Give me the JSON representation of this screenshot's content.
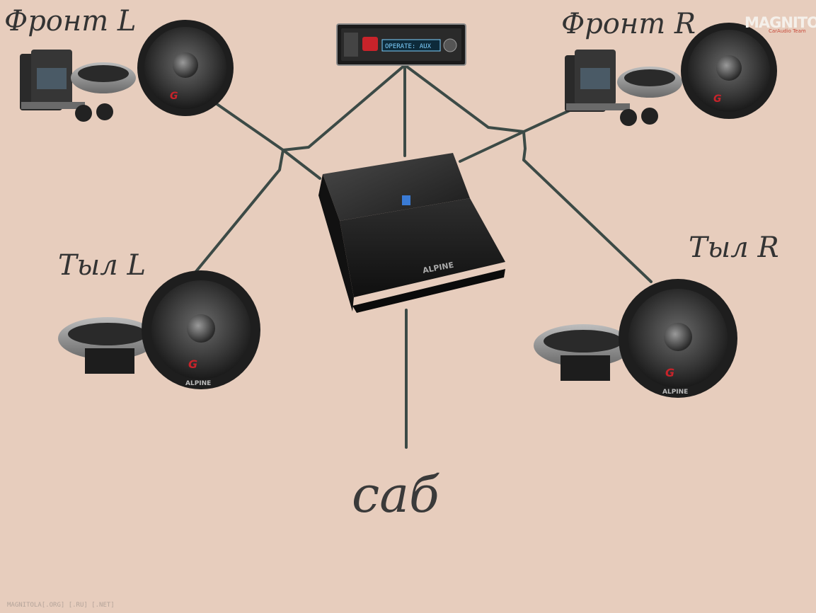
{
  "labels": {
    "front_left": "Фронт L",
    "front_right": "Фронт R",
    "rear_left": "Тыл L",
    "rear_right": "Тыл R",
    "subwoofer": "саб"
  },
  "watermark": {
    "brand": "MAGNITOLA",
    "brand_sub": "CarAudio Team",
    "footer": "MAGNITOLA[.ORG] [.RU] [.NET]"
  },
  "head_unit": {
    "display_text": "OPERATE: AUX"
  },
  "amplifier": {
    "brand_text": "ALPINE"
  },
  "speaker_brand": "ALPINE",
  "colors": {
    "background": "#e7cdbd",
    "wire": "#3c4a46",
    "speaker_dark": "#1e1e1e",
    "speaker_accent": "#c8232a",
    "led": "#3a7bd5",
    "head_unit_display": "#7fd0ff"
  },
  "icons": [
    "component-speaker-icon",
    "coaxial-speaker-icon",
    "head-unit-icon",
    "amplifier-icon"
  ]
}
